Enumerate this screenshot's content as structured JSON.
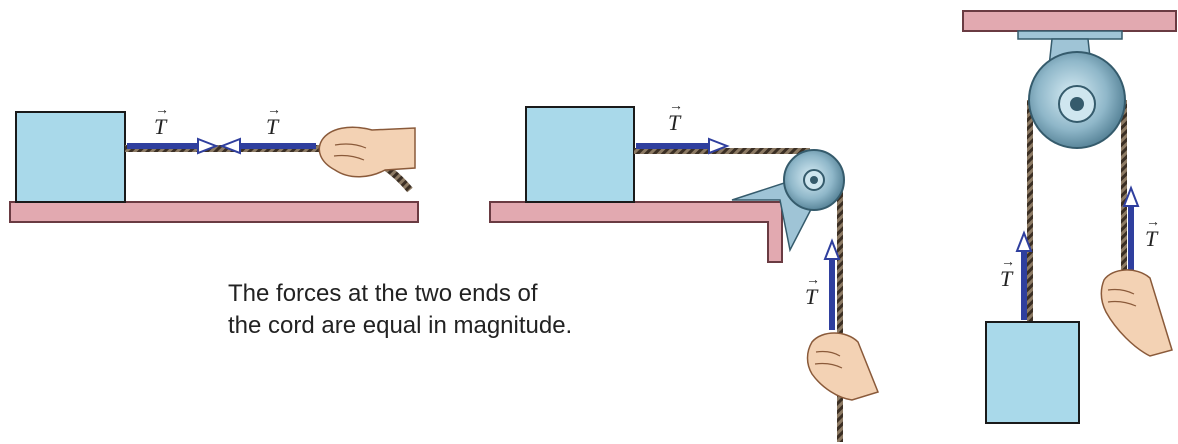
{
  "caption": {
    "line1": "The forces at the two ends of",
    "line2": "the cord are equal in magnitude."
  },
  "force_label": "T",
  "colors": {
    "block_fill": "#a9d9ea",
    "block_stroke": "#1a1a1a",
    "surface_fill": "#e2a9b0",
    "surface_stroke": "#6a3b42",
    "arrow_fill": "#2f3f9e",
    "rope": "#5a4a3a",
    "pulley": "#8fb7c9",
    "bracket": "#9fc4d6",
    "skin": "#f3d2b4"
  }
}
